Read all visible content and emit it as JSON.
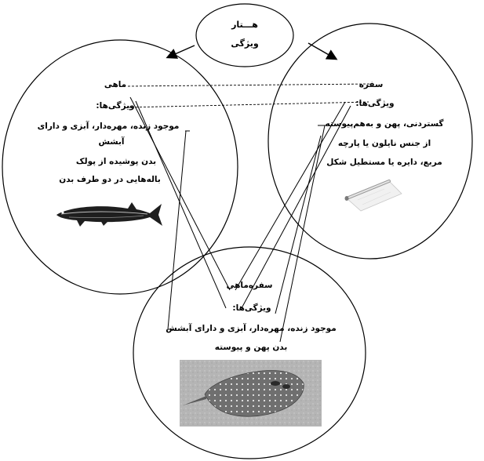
{
  "top": {
    "line1": "هـــتار",
    "line2": "ویژگی"
  },
  "fish": {
    "name": "ماهی",
    "features_label": "ویژگی‌ها:",
    "features": [
      "موجود زنده، مهره‌دار، آبزی و دارای",
      "آبشش",
      "بدن پوشیده از پولک",
      "باله‌هایی در دو طرف بدن"
    ]
  },
  "cloth": {
    "name": "سفره",
    "features_label": "ویژگی‌ها:",
    "features": [
      "گستردنی، پهن و به‌هم‌پیوسته",
      "از جنس نایلون یا پارچه",
      "مربع، دایره یا مستطیل شکل"
    ]
  },
  "ray": {
    "name": "سفره‌ماهی",
    "features_label": "ویژگی‌ها:",
    "features": [
      "موجود زنده، مهره‌دار، آبزی و دارای آبشش",
      "بدن پهن و پیوسته"
    ]
  }
}
